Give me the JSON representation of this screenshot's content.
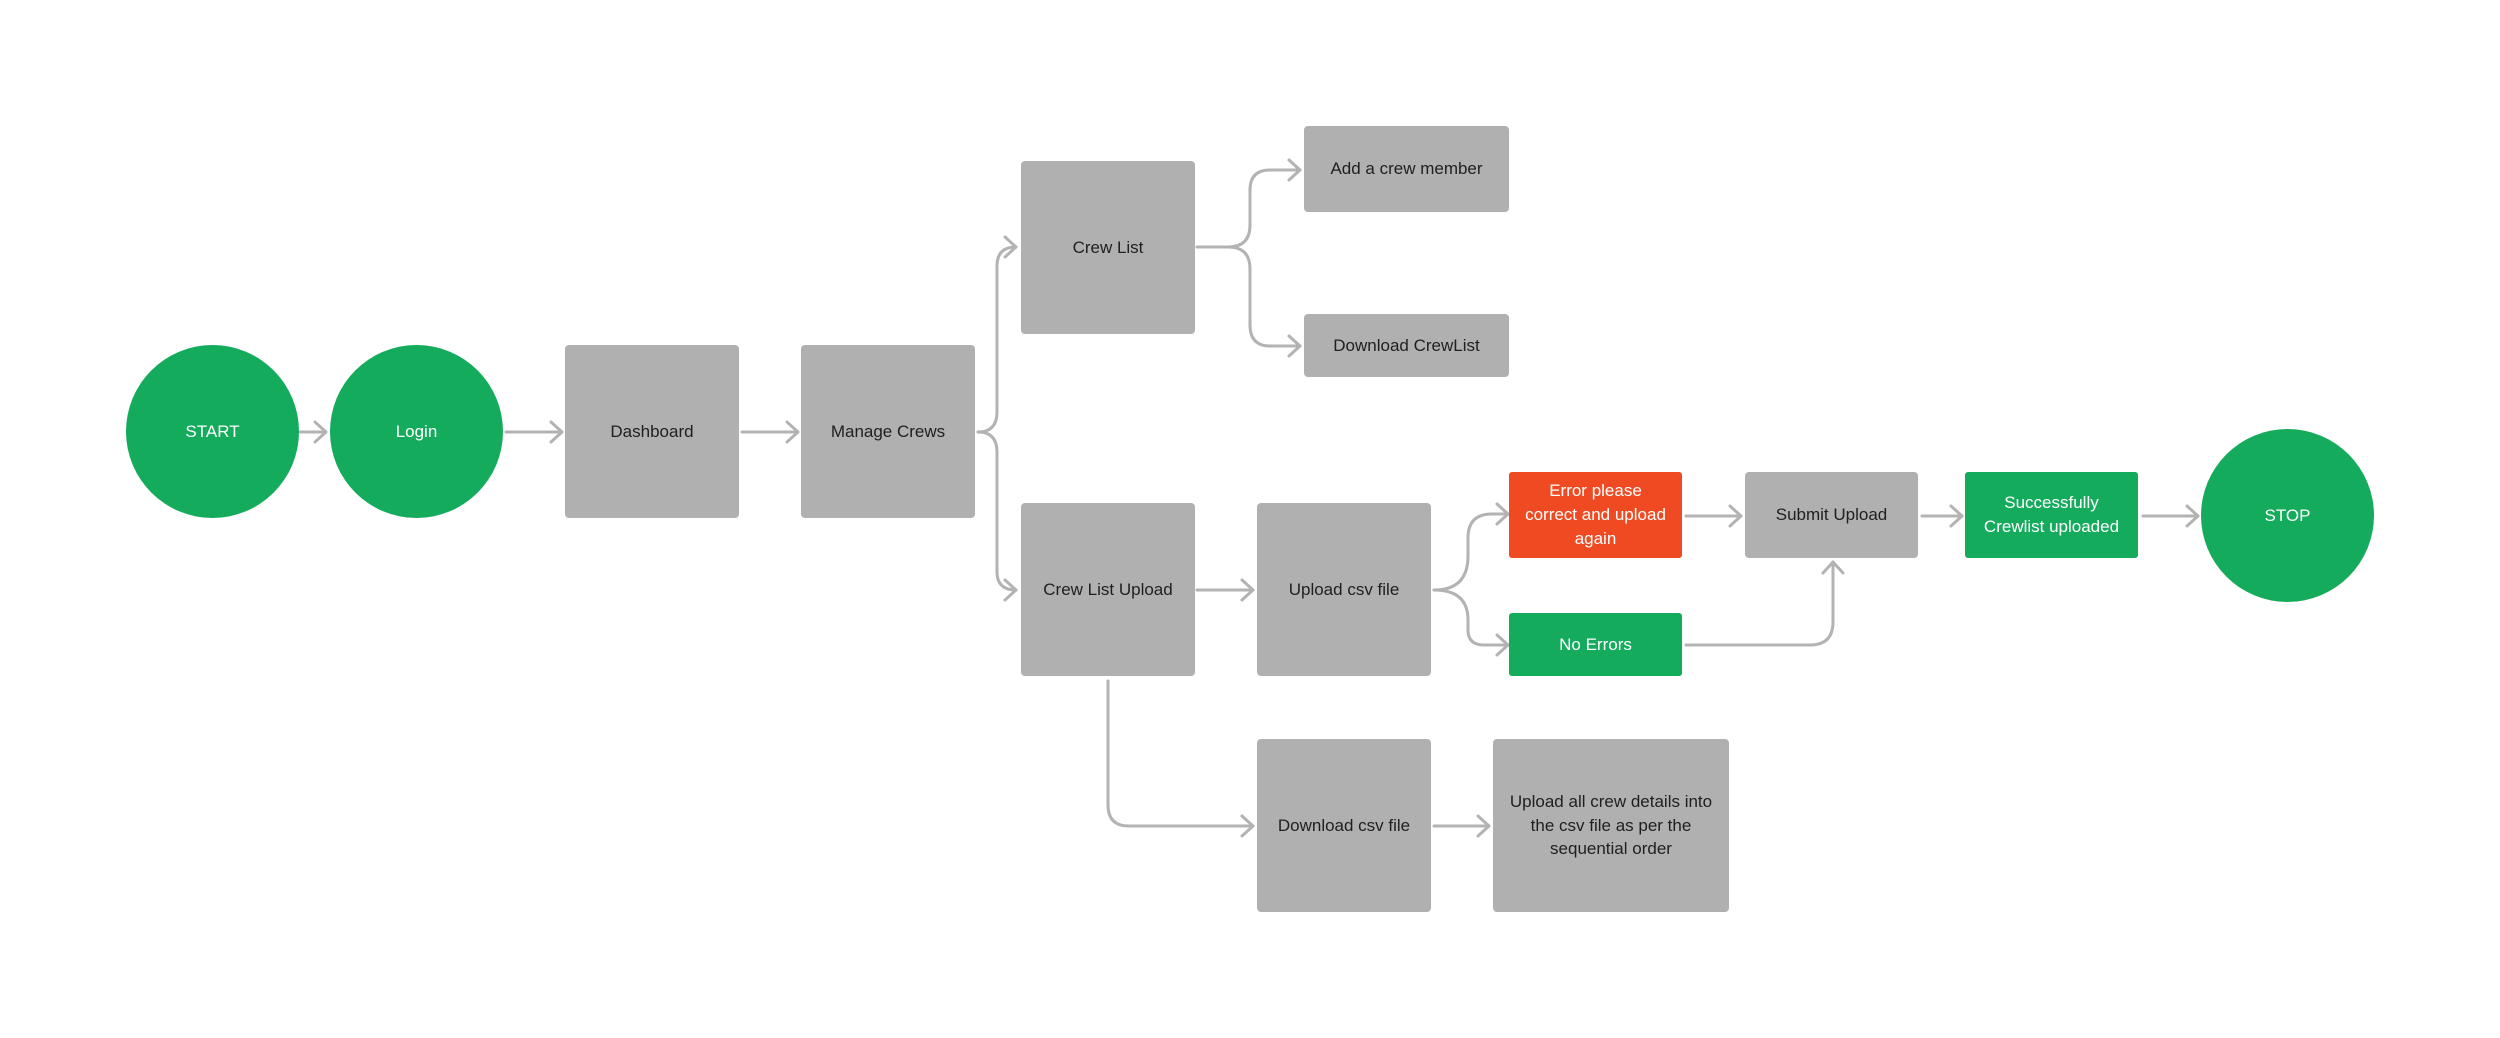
{
  "colors": {
    "start_stop": "#15ab5d",
    "step": "#b0b0b0",
    "success": "#15ab5d",
    "error": "#f04a22",
    "connector": "#b3b3b3"
  },
  "nodes": {
    "start": "START",
    "login": "Login",
    "dashboard": "Dashboard",
    "manage_crews": "Manage Crews",
    "crew_list": "Crew List",
    "add_crew_member": "Add a crew member",
    "download_crewlist": "Download CrewList",
    "crew_list_upload": "Crew List Upload",
    "upload_csv": "Upload csv file",
    "error": "Error please correct and upload again",
    "no_errors": "No Errors",
    "submit_upload": "Submit Upload",
    "success": "Successfully Crewlist uploaded",
    "stop": "STOP",
    "download_csv": "Download csv file",
    "upload_details": "Upload all crew details into the csv file as per the sequential order"
  }
}
